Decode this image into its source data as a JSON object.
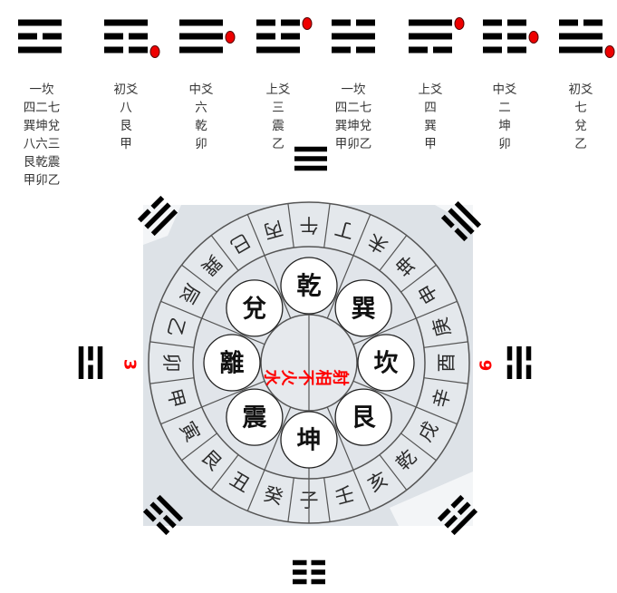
{
  "colors": {
    "ink": "#000000",
    "dot": "#ee0000",
    "red_text": "#ff0000",
    "ring_line": "#555555",
    "background": "#dde2e7"
  },
  "top_row": [
    {
      "trigram": "li",
      "lines": [
        1,
        0,
        1
      ],
      "dot": null,
      "text": [
        "一坎",
        "四二七",
        "巽坤兌",
        "八六三",
        "艮乾震",
        "甲卯乙"
      ]
    },
    {
      "trigram": "gen",
      "lines": [
        1,
        0,
        0
      ],
      "dot": "bottom",
      "text": [
        "初爻",
        "八",
        "艮",
        "甲"
      ]
    },
    {
      "trigram": "qian",
      "lines": [
        1,
        1,
        1
      ],
      "dot": "middle",
      "text": [
        "中爻",
        "六",
        "乾",
        "卯"
      ]
    },
    {
      "trigram": "zhen",
      "lines": [
        0,
        0,
        1
      ],
      "dot": "top",
      "text": [
        "上爻",
        "三",
        "震",
        "乙"
      ]
    },
    {
      "trigram": "kan",
      "lines": [
        0,
        1,
        0
      ],
      "dot": null,
      "text": [
        "一坎",
        "四二七",
        "巽坤兌",
        "甲卯乙"
      ]
    },
    {
      "trigram": "xun",
      "lines": [
        1,
        1,
        0
      ],
      "dot": "top",
      "text": [
        "上爻",
        "四",
        "巽",
        "甲"
      ]
    },
    {
      "trigram": "kun",
      "lines": [
        0,
        0,
        0
      ],
      "dot": "middle",
      "text": [
        "中爻",
        "二",
        "坤",
        "卯"
      ]
    },
    {
      "trigram": "dui",
      "lines": [
        0,
        1,
        1
      ],
      "dot": "bottom",
      "text": [
        "初爻",
        "七",
        "兌",
        "乙"
      ]
    }
  ],
  "compass": {
    "mountains": [
      "子",
      "癸",
      "丑",
      "艮",
      "寅",
      "甲",
      "卯",
      "乙",
      "辰",
      "巽",
      "巳",
      "丙",
      "午",
      "丁",
      "未",
      "坤",
      "申",
      "庚",
      "酉",
      "辛",
      "戌",
      "乾",
      "亥",
      "壬"
    ],
    "inner_trigrams": [
      "坤",
      "震",
      "離",
      "兌",
      "乾",
      "巽",
      "坎",
      "艮"
    ],
    "outer_trigram_symbols": [
      {
        "position": "bottom",
        "name": "kun",
        "lines": [
          0,
          0,
          0
        ]
      },
      {
        "position": "bottom-left",
        "name": "zhen",
        "lines": [
          0,
          0,
          1
        ]
      },
      {
        "position": "left",
        "name": "li",
        "lines": [
          1,
          0,
          1
        ]
      },
      {
        "position": "top-left",
        "name": "dui",
        "lines": [
          0,
          1,
          1
        ]
      },
      {
        "position": "top",
        "name": "qian",
        "lines": [
          1,
          1,
          1
        ]
      },
      {
        "position": "top-right",
        "name": "xun",
        "lines": [
          1,
          1,
          0
        ]
      },
      {
        "position": "right",
        "name": "kan",
        "lines": [
          0,
          1,
          0
        ]
      },
      {
        "position": "bottom-right",
        "name": "gen",
        "lines": [
          1,
          0,
          0
        ]
      }
    ],
    "left_annotation": {
      "number": "3",
      "phrase": "水火不相射"
    },
    "right_annotation": {
      "number": "9"
    }
  }
}
